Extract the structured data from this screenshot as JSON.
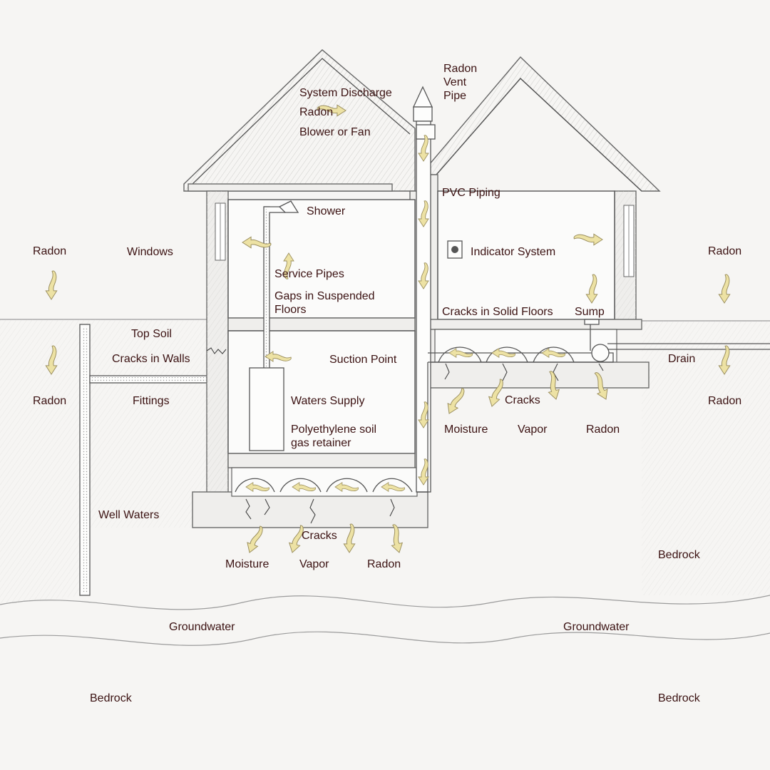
{
  "labels": {
    "radon_left_top": "Radon",
    "windows": "Windows",
    "radon_right_top": "Radon",
    "system_discharge": "System Discharge",
    "radon_discharge": "Radon",
    "blower_or_fan": "Blower or Fan",
    "radon_vent_pipe": "Radon\nVent\nPipe",
    "shower": "Shower",
    "pvc_piping": "PVC Piping",
    "indicator_system": "Indicator System",
    "service_pipes": "Service Pipes",
    "gaps_in_suspended_floors": "Gaps in Suspended\nFloors",
    "cracks_in_solid_floors": "Cracks in Solid Floors",
    "sump": "Sump",
    "top_soil": "Top Soil",
    "cracks_in_walls": "Cracks in Walls",
    "suction_point": "Suction Point",
    "drain": "Drain",
    "radon_left_bottom": "Radon",
    "fittings": "Fittings",
    "waters_supply": "Waters Supply",
    "cracks_right": "Cracks",
    "radon_right_bottom": "Radon",
    "polyethylene": "Polyethylene soil\ngas retainer",
    "moisture_right": "Moisture",
    "vapor_right": "Vapor",
    "radon_right_floor": "Radon",
    "well_waters": "Well Waters",
    "cracks_left": "Cracks",
    "bedrock_mid_right": "Bedrock",
    "moisture_left": "Moisture",
    "vapor_left": "Vapor",
    "radon_left_floor": "Radon",
    "groundwater_left": "Groundwater",
    "groundwater_right": "Groundwater",
    "bedrock_bottom_left": "Bedrock",
    "bedrock_bottom_right": "Bedrock"
  },
  "colors": {
    "label_text": "#3b1212",
    "gas_arrow_fill": "#ede2a4",
    "gas_arrow_stroke": "#9c9060",
    "linework": "#555555",
    "background": "#f6f5f3"
  }
}
